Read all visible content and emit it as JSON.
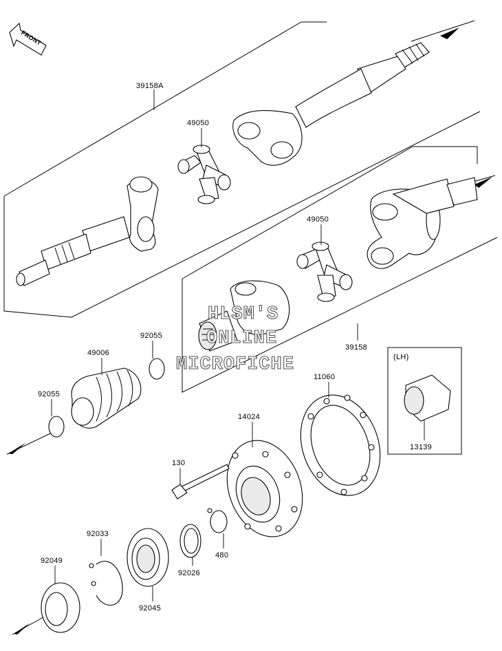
{
  "watermark": {
    "line1": "HLSM'S",
    "line2": "ONLINE",
    "line3": "MICROFICHE"
  },
  "front_arrow": {
    "label": "FRONT"
  },
  "lh_box": {
    "label": "(LH)"
  },
  "parts": {
    "p39158A": "39158A",
    "p49050_upper": "49050",
    "p49050_lower": "49050",
    "p39158": "39158",
    "p92055_upper": "92055",
    "p49006": "49006",
    "p92055_lower": "92055",
    "p11060": "11060",
    "p14024": "14024",
    "p130": "130",
    "p13139": "13139",
    "p92033": "92033",
    "p92049": "92049",
    "p92026": "92026",
    "p480": "480",
    "p92045": "92045"
  }
}
